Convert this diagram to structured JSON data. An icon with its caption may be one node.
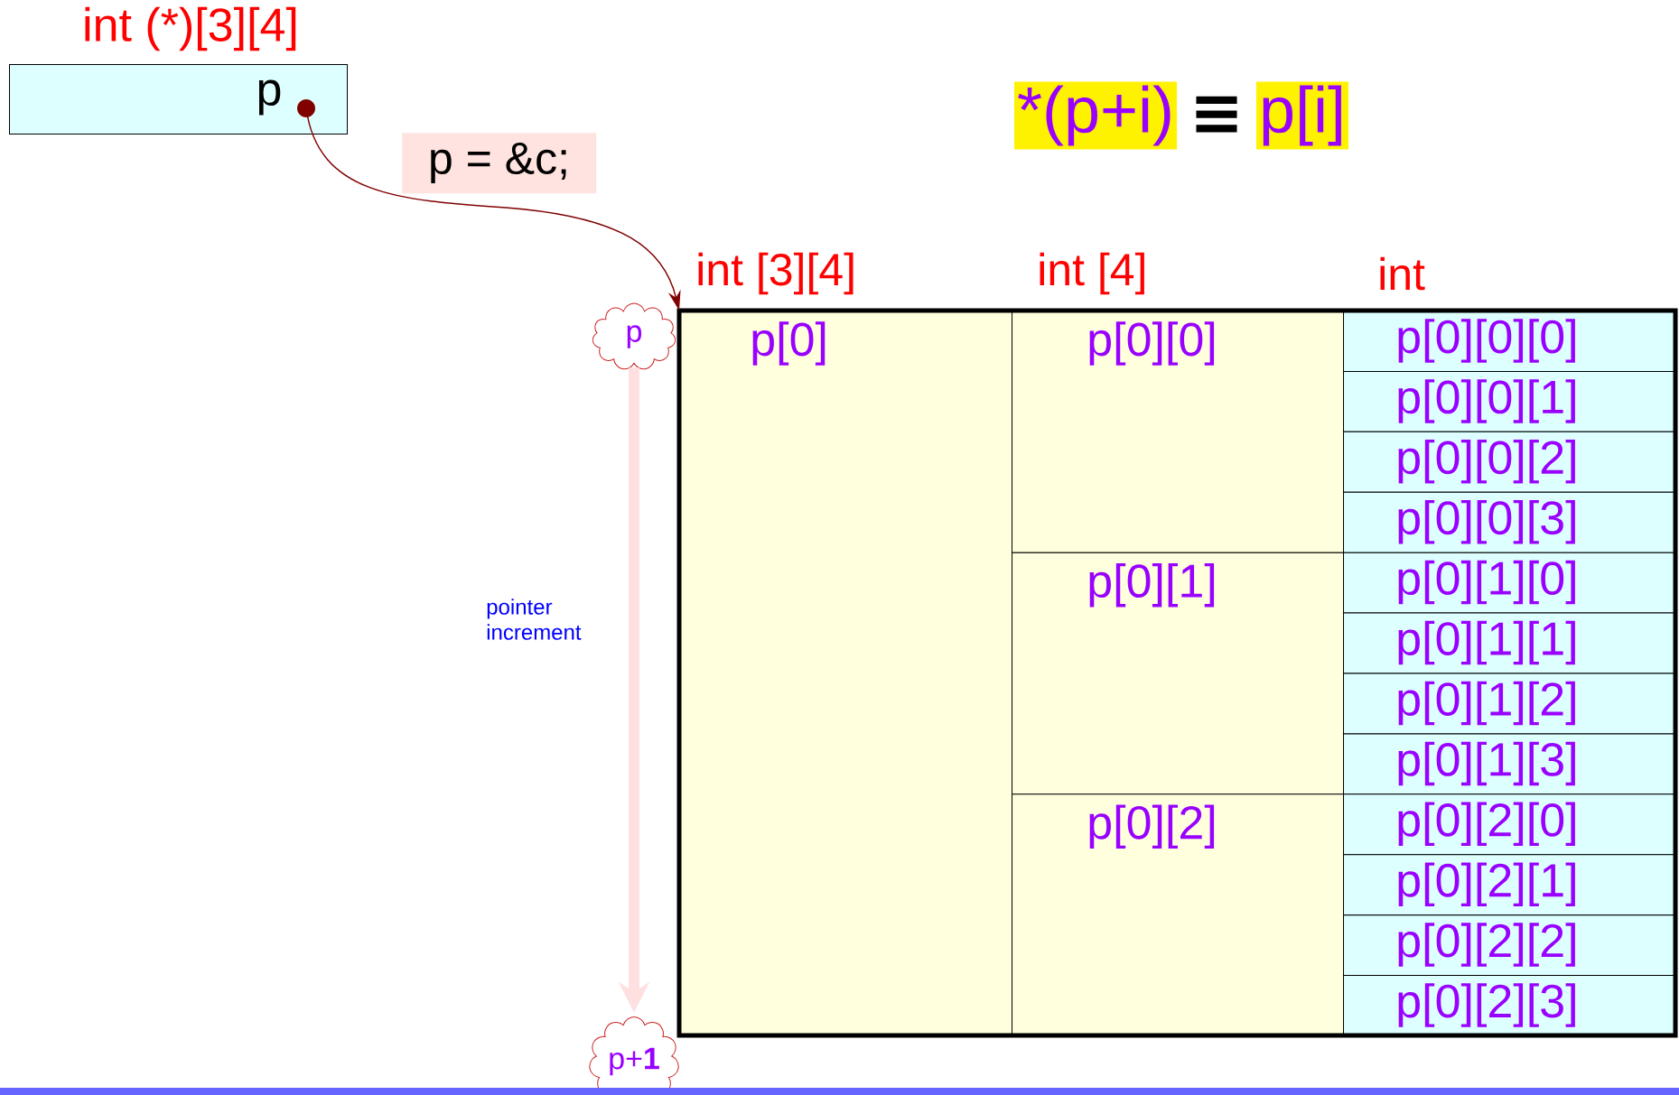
{
  "diagram": {
    "nodes": [
      {
        "text": [
          "int (*)[3][4]",
          "p"
        ]
      },
      {
        "text": [
          "p = &c;"
        ]
      },
      {
        "text": [
          "*(p+i)"
        ]
      },
      {
        "text": [
          "p[i]"
        ]
      },
      {
        "text": [
          "p"
        ]
      },
      {
        "text": [
          "p[0]"
        ]
      },
      {
        "text": [
          "p[0][0]"
        ]
      },
      {
        "text": [
          "p[0][1]"
        ]
      },
      {
        "text": [
          "p[0][2]"
        ]
      },
      {
        "text": [
          "p[0][0][0]"
        ]
      },
      {
        "text": [
          "p[0][0][1]"
        ]
      },
      {
        "text": [
          "p[0][0][2]"
        ]
      },
      {
        "text": [
          "p[0][0][3]"
        ]
      },
      {
        "text": [
          "p[0][1][0]"
        ]
      },
      {
        "text": [
          "p[0][1][1]"
        ]
      },
      {
        "text": [
          "p[0][1][2]"
        ]
      },
      {
        "text": [
          "p[0][1][3]"
        ]
      },
      {
        "text": [
          "p[0][2][0]"
        ]
      },
      {
        "text": [
          "p[0][2][1]"
        ]
      },
      {
        "text": [
          "p[0][2][2]"
        ]
      },
      {
        "text": [
          "p[0][2][3]"
        ]
      },
      {
        "text": [
          "p+**1**"
        ]
      }
    ],
    "edges": [
      {
        "from": 0,
        "to": 5,
        "arrow": "to"
      },
      {
        "from": 4,
        "to": 21,
        "arrow": "to",
        "label": "pointer increment",
        "style": "thick",
        "color": "#ffe0e0"
      }
    ],
    "labels": [
      "≡",
      "int [3][4]",
      "int [4]",
      "int"
    ]
  }
}
